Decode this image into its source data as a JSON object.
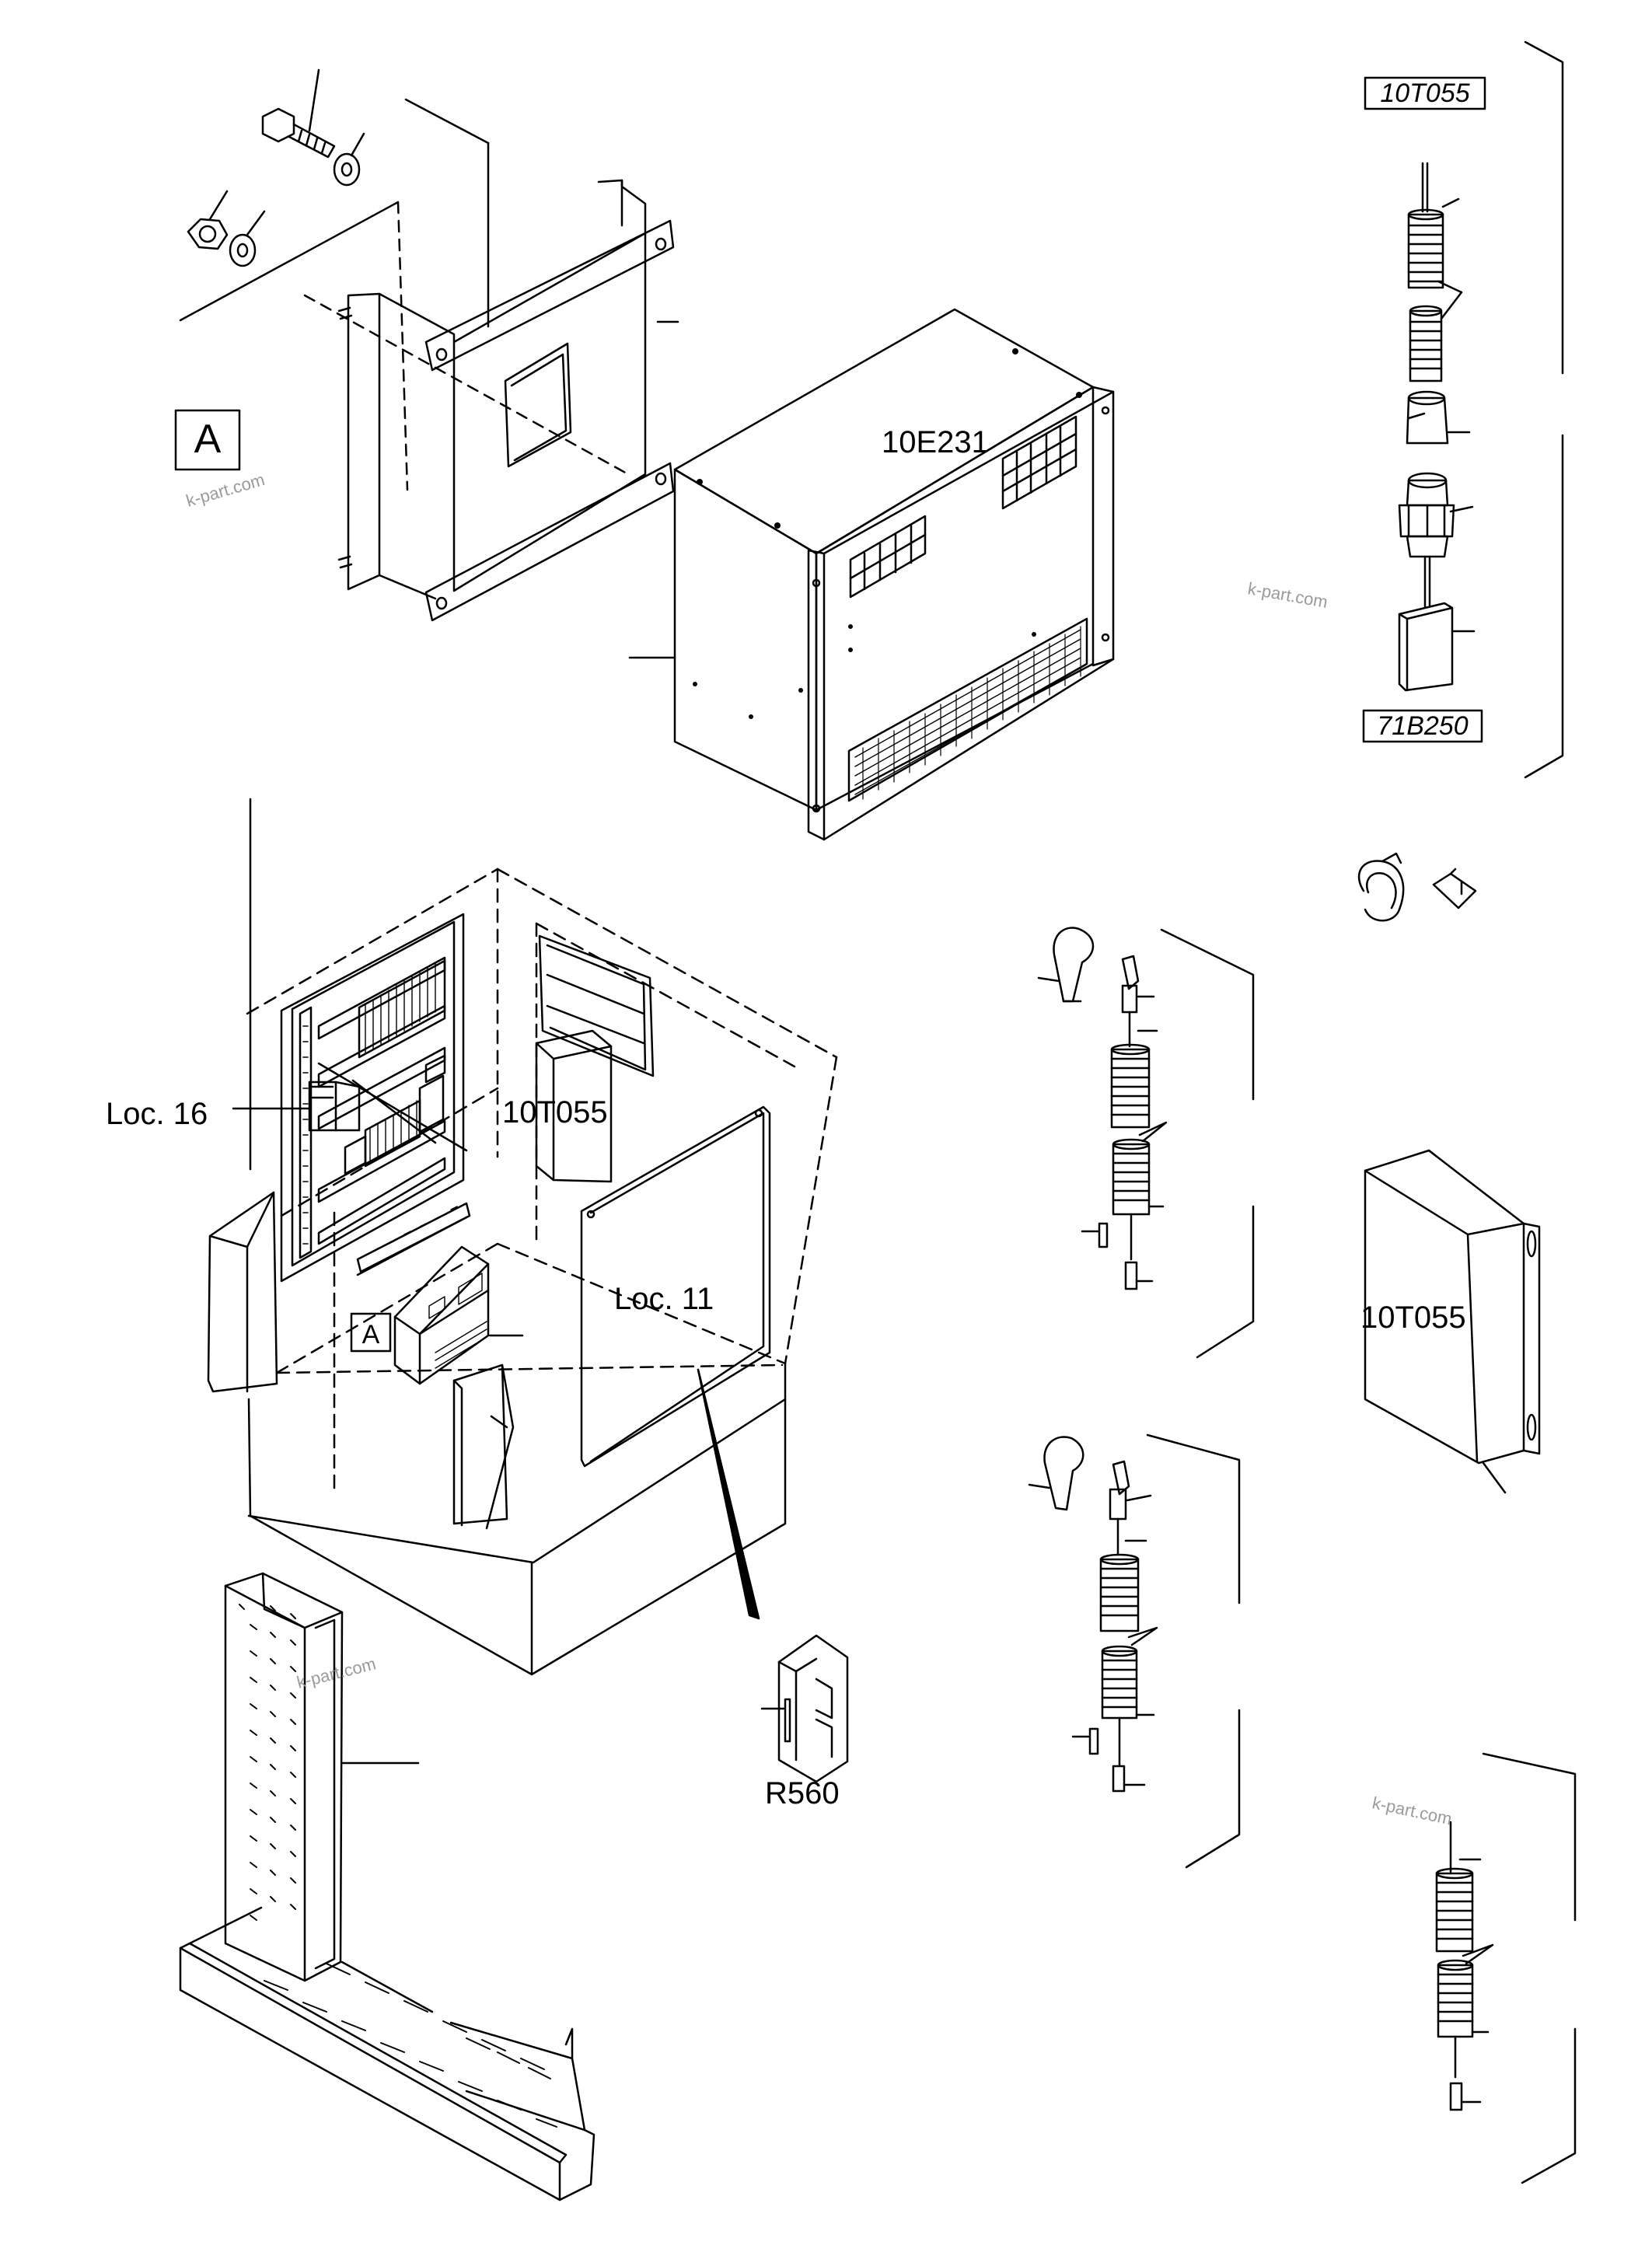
{
  "labels": {
    "callout_a_top": "A",
    "callout_a_small": "A",
    "unit_10e231": "10E231",
    "box_10t055_top": "10T055",
    "box_71b250": "71B250",
    "loc16": "Loc. 16",
    "inner_10t055": "10T055",
    "loc11": "Loc. 11",
    "side_10t055": "10T055",
    "r560": "R560"
  },
  "watermarks": [
    "k-part.com",
    "k-part.com",
    "k-part.com",
    "k-part.com"
  ]
}
